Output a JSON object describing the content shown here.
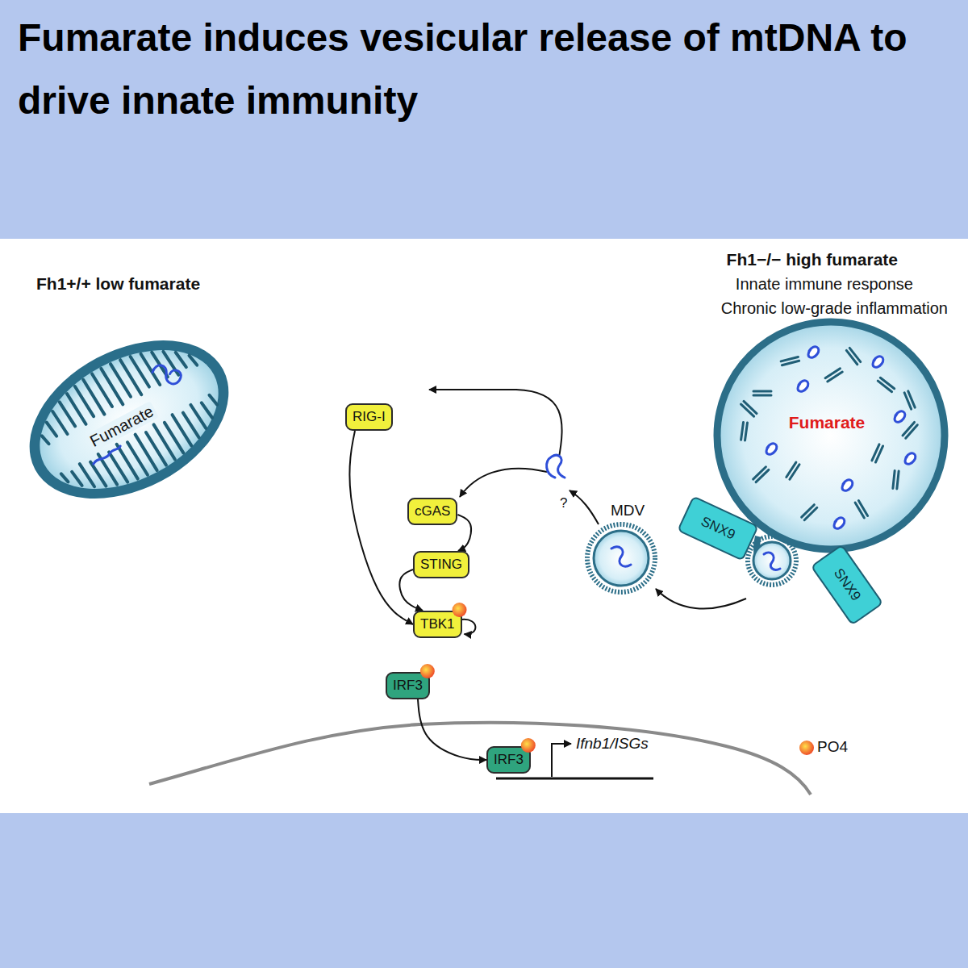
{
  "diagram": {
    "title": "Fumarate induces vesicular release of mtDNA to drive innate immunity",
    "nodes": [
      {
        "text": [
          "Fumarate"
        ]
      },
      {
        "text": [
          "RIG-I"
        ]
      },
      {
        "text": [
          "Fumarate"
        ]
      },
      {
        "text": [
          "cGAS"
        ]
      },
      {
        "text": [
          "SNX9"
        ]
      },
      {
        "text": [
          "STING"
        ]
      },
      {
        "text": [
          "SNX9"
        ]
      },
      {
        "text": [
          "TBK1"
        ]
      },
      {
        "text": [
          "IRF3"
        ]
      },
      {
        "text": [
          "IRF3"
        ]
      }
    ],
    "edges": [
      {
        "from": 1,
        "to": 7,
        "arrow": "to"
      },
      {
        "from": 3,
        "to": 5,
        "arrow": "to"
      },
      {
        "from": 5,
        "to": 7,
        "arrow": "to"
      },
      {
        "from": 8,
        "to": 9,
        "arrow": "to"
      }
    ],
    "labels": [
      "Fh1+/+ low fumarate",
      "Fh1−/− high fumarate",
      "Innate immune response",
      "Chronic low-grade inflammation",
      "?",
      "MDV",
      "Ifnb1/ISGs"
    ],
    "legend": [
      {
        "text": "PO4"
      }
    ]
  }
}
